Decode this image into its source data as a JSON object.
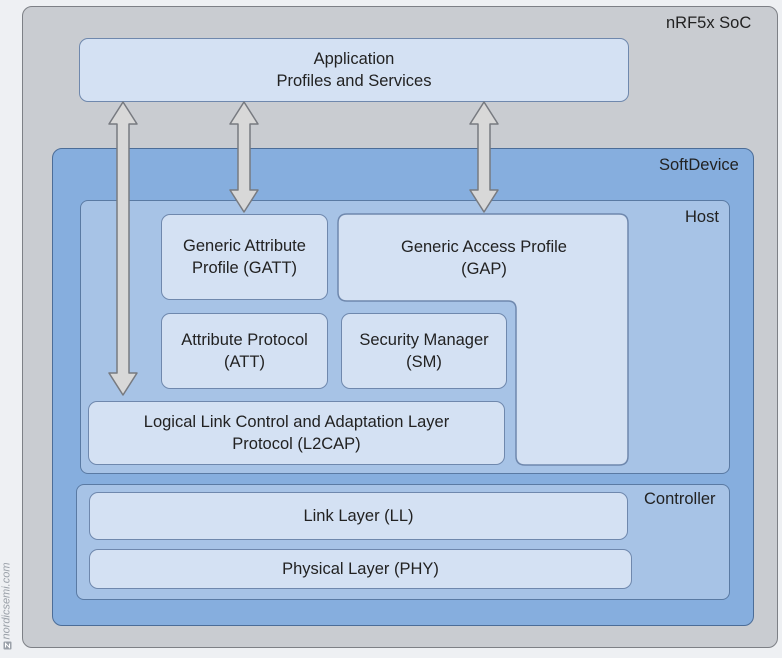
{
  "soc": {
    "label": "nRF5x SoC"
  },
  "softdevice": {
    "label": "SoftDevice"
  },
  "host": {
    "label": "Host"
  },
  "controller": {
    "label": "Controller"
  },
  "application": {
    "line1": "Application",
    "line2": "Profiles and Services"
  },
  "gatt": {
    "line1": "Generic Attribute",
    "line2": "Profile (GATT)"
  },
  "gap": {
    "line1": "Generic Access Profile",
    "line2": "(GAP)"
  },
  "att": {
    "line1": "Attribute Protocol",
    "line2": "(ATT)"
  },
  "sm": {
    "line1": "Security Manager",
    "line2": "(SM)"
  },
  "l2cap": {
    "line1": "Logical Link Control and Adaptation Layer",
    "line2": "Protocol (L2CAP)"
  },
  "link_layer": {
    "label": "Link Layer (LL)"
  },
  "physical_layer": {
    "label": "Physical Layer (PHY)"
  },
  "watermark": {
    "text": "nordicsemi.com",
    "icon": "nordic-logo-icon"
  },
  "colors": {
    "soc_fill": "#c9ccd1",
    "softdevice_fill": "#86aede",
    "host_fill": "#a7c3e6",
    "box_fill": "#d4e1f3",
    "arrow_fill": "#d8d8d8"
  }
}
